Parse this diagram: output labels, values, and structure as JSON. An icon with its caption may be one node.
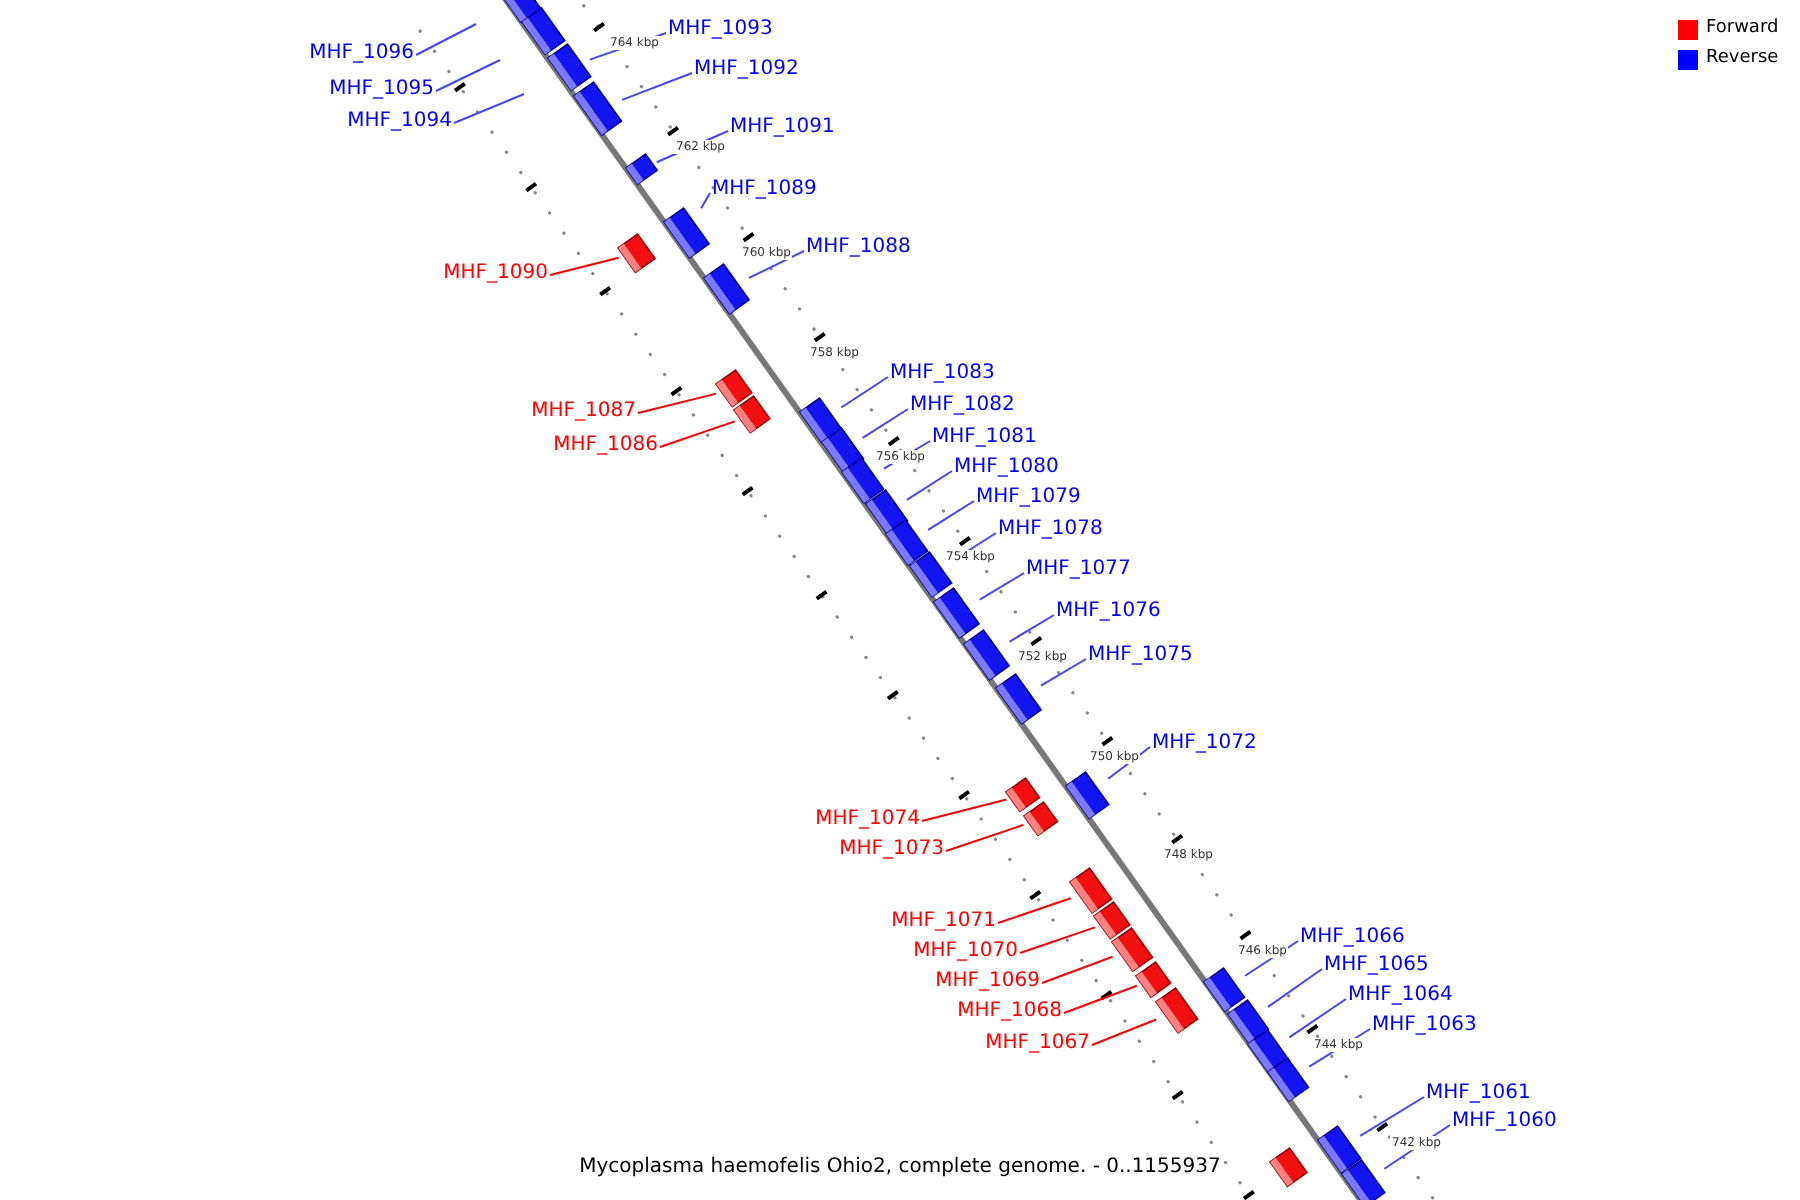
{
  "diagram": {
    "caption": "Mycoplasma haemofelis Ohio2, complete genome. - 0..1155937",
    "nodes": [
      {
        "text": [
          "MHF_1093"
        ]
      },
      {
        "text": [
          "MHF_1096"
        ]
      },
      {
        "text": [
          "MHF_1092"
        ]
      },
      {
        "text": [
          "MHF_1095"
        ]
      },
      {
        "text": [
          "MHF_1094"
        ]
      },
      {
        "text": [
          "MHF_1091"
        ]
      },
      {
        "text": [
          "MHF_1089"
        ]
      },
      {
        "text": [
          "MHF_1088"
        ]
      },
      {
        "text": [
          "MHF_1090"
        ]
      },
      {
        "text": [
          "MHF_1083"
        ]
      },
      {
        "text": [
          "MHF_1082"
        ]
      },
      {
        "text": [
          "MHF_1087"
        ]
      },
      {
        "text": [
          "MHF_1081"
        ]
      },
      {
        "text": [
          "MHF_1086"
        ]
      },
      {
        "text": [
          "MHF_1080"
        ]
      },
      {
        "text": [
          "MHF_1079"
        ]
      },
      {
        "text": [
          "MHF_1078"
        ]
      },
      {
        "text": [
          "MHF_1077"
        ]
      },
      {
        "text": [
          "MHF_1076"
        ]
      },
      {
        "text": [
          "MHF_1075"
        ]
      },
      {
        "text": [
          "MHF_1072"
        ]
      },
      {
        "text": [
          "MHF_1074"
        ]
      },
      {
        "text": [
          "MHF_1073"
        ]
      },
      {
        "text": [
          "MHF_1071"
        ]
      },
      {
        "text": [
          "MHF_1066"
        ]
      },
      {
        "text": [
          "MHF_1070"
        ]
      },
      {
        "text": [
          "MHF_1065"
        ]
      },
      {
        "text": [
          "MHF_1069"
        ]
      },
      {
        "text": [
          "MHF_1064"
        ]
      },
      {
        "text": [
          "MHF_1068"
        ]
      },
      {
        "text": [
          "MHF_1063"
        ]
      },
      {
        "text": [
          "MHF_1067"
        ]
      },
      {
        "text": [
          "MHF_1061"
        ]
      },
      {
        "text": [
          "MHF_1060"
        ]
      },
      {
        "text": [],
        "shape": "box"
      },
      {
        "text": [],
        "shape": "box"
      },
      {
        "text": [],
        "shape": "box"
      },
      {
        "text": [],
        "shape": "box"
      },
      {
        "text": [],
        "shape": "box"
      },
      {
        "text": [],
        "shape": "box"
      },
      {
        "text": [],
        "shape": "box"
      },
      {
        "text": [],
        "shape": "box"
      },
      {
        "text": [],
        "shape": "box"
      },
      {
        "text": [],
        "shape": "box"
      },
      {
        "text": [],
        "shape": "box"
      },
      {
        "text": [],
        "shape": "box"
      },
      {
        "text": [],
        "shape": "box"
      },
      {
        "text": [],
        "shape": "box"
      },
      {
        "text": [],
        "shape": "box"
      },
      {
        "text": [],
        "shape": "box"
      },
      {
        "text": [],
        "shape": "box"
      },
      {
        "text": [],
        "shape": "box"
      },
      {
        "text": [],
        "shape": "box"
      },
      {
        "text": [],
        "shape": "box"
      },
      {
        "text": [],
        "shape": "box"
      },
      {
        "text": [],
        "shape": "box"
      },
      {
        "text": [],
        "shape": "box"
      },
      {
        "text": [],
        "shape": "box"
      },
      {
        "text": [],
        "shape": "box"
      },
      {
        "text": [],
        "shape": "box"
      },
      {
        "text": [],
        "shape": "box"
      },
      {
        "text": [],
        "shape": "box"
      },
      {
        "text": [],
        "shape": "box"
      },
      {
        "text": [],
        "shape": "box"
      },
      {
        "text": [],
        "shape": "box"
      },
      {
        "text": [],
        "shape": "box"
      },
      {
        "text": [],
        "shape": "box"
      },
      {
        "text": [],
        "shape": "box"
      }
    ],
    "edges": [
      {
        "from": 0,
        "to": 36,
        "arrow": "none"
      },
      {
        "from": 1,
        "to": null,
        "arrow": "none"
      },
      {
        "from": 2,
        "to": 37,
        "arrow": "none"
      },
      {
        "from": 3,
        "to": null,
        "arrow": "none"
      },
      {
        "from": 4,
        "to": null,
        "arrow": "none"
      },
      {
        "from": 5,
        "to": 38,
        "arrow": "none"
      },
      {
        "from": 6,
        "to": 40,
        "arrow": "none"
      },
      {
        "from": 7,
        "to": 41,
        "arrow": "none"
      },
      {
        "from": 8,
        "to": 39,
        "arrow": "none",
        "color": "#ff0000"
      },
      {
        "from": 9,
        "to": 44,
        "arrow": "none"
      },
      {
        "from": 10,
        "to": 45,
        "arrow": "none"
      },
      {
        "from": 11,
        "to": 42,
        "arrow": "none",
        "color": "#ff0000"
      },
      {
        "from": 12,
        "to": 46,
        "arrow": "none"
      },
      {
        "from": 13,
        "to": 43,
        "arrow": "none",
        "color": "#ff0000"
      },
      {
        "from": 14,
        "to": 47,
        "arrow": "none"
      },
      {
        "from": 15,
        "to": 48,
        "arrow": "none"
      },
      {
        "from": 16,
        "to": 49,
        "arrow": "none"
      },
      {
        "from": 17,
        "to": 50,
        "arrow": "none"
      },
      {
        "from": 18,
        "to": 51,
        "arrow": "none"
      },
      {
        "from": 19,
        "to": 52,
        "arrow": "none"
      },
      {
        "from": 20,
        "to": 55,
        "arrow": "none"
      },
      {
        "from": 21,
        "to": 53,
        "arrow": "none",
        "color": "#ff0000"
      },
      {
        "from": 22,
        "to": 54,
        "arrow": "none",
        "color": "#ff0000"
      },
      {
        "from": 23,
        "to": 56,
        "arrow": "none",
        "color": "#ff0000"
      },
      {
        "from": 24,
        "to": 61,
        "arrow": "none"
      },
      {
        "from": 25,
        "to": 57,
        "arrow": "none",
        "color": "#ff0000"
      },
      {
        "from": 26,
        "to": 62,
        "arrow": "none"
      },
      {
        "from": 27,
        "to": 58,
        "arrow": "none",
        "color": "#ff0000"
      },
      {
        "from": 28,
        "to": 63,
        "arrow": "none"
      },
      {
        "from": 29,
        "to": 59,
        "arrow": "none",
        "color": "#ff0000"
      },
      {
        "from": 30,
        "to": 64,
        "arrow": "none"
      },
      {
        "from": 31,
        "to": 60,
        "arrow": "none",
        "color": "#ff0000"
      },
      {
        "from": 32,
        "to": 66,
        "arrow": "none"
      },
      {
        "from": 33,
        "to": 67,
        "arrow": "none"
      }
    ],
    "labels": [
      "764 kbp",
      "762 kbp",
      "760 kbp",
      "758 kbp",
      "756 kbp",
      "754 kbp",
      "752 kbp",
      "750 kbp",
      "748 kbp",
      "746 kbp",
      "744 kbp",
      "742 kbp"
    ],
    "legend": [
      {
        "text": "Forward",
        "color": "#ff0000"
      },
      {
        "text": "Reverse",
        "color": "#0000ff"
      }
    ]
  }
}
